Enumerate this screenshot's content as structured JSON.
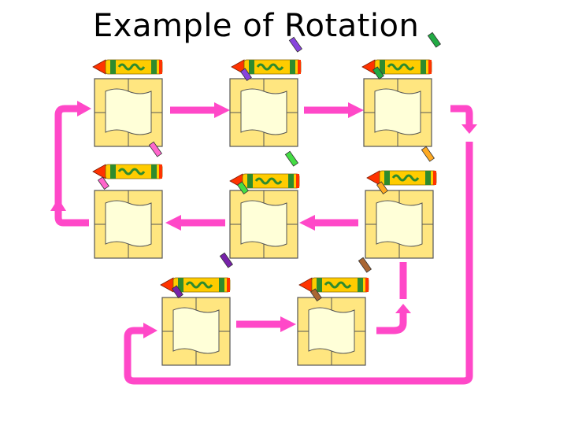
{
  "title": "Example of Rotation",
  "colors": {
    "arrow": "#ff48c8",
    "station_fill": "#ffe680",
    "station_inner": "#ffffd8",
    "crayon_body": "#ffcc00",
    "crayon_band": "#2e8b2e",
    "crayon_tip": "#ff3300"
  },
  "stations": [
    {
      "id": "station-1",
      "color": "#ee2222"
    },
    {
      "id": "station-2",
      "color": "#7744cc"
    },
    {
      "id": "station-3",
      "color": "#22bb44"
    },
    {
      "id": "station-4",
      "color": "#ff9933"
    },
    {
      "id": "station-5",
      "color": "#66ee44"
    },
    {
      "id": "station-6",
      "color": "#ee55cc"
    },
    {
      "id": "station-7",
      "color": "#9922aa"
    },
    {
      "id": "station-8",
      "color": "#8b5a2b"
    }
  ],
  "crayon_colors": [
    "#8844dd",
    "#22aa44",
    "#44dd44",
    "#ff66cc",
    "#ffaa22",
    "#7722aa",
    "#aa6633"
  ]
}
